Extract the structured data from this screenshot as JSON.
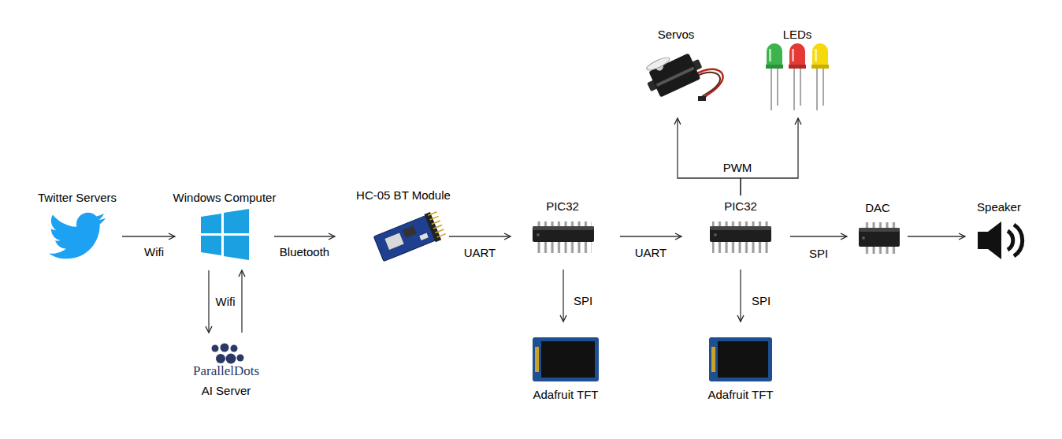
{
  "diagram": {
    "nodes": [
      {
        "text": [
          "Twitter Servers"
        ]
      },
      {
        "text": [
          "Windows Computer"
        ]
      },
      {
        "text": [
          "ParallelDots",
          "AI Server"
        ]
      },
      {
        "text": [
          "HC-05 BT Module"
        ]
      },
      {
        "text": [
          "PIC32"
        ]
      },
      {
        "text": [
          "Adafruit TFT"
        ]
      },
      {
        "text": [
          "PIC32"
        ]
      },
      {
        "text": [
          "Adafruit TFT"
        ]
      },
      {
        "text": [
          "Servos"
        ]
      },
      {
        "text": [
          "LEDs"
        ]
      },
      {
        "text": [
          "DAC"
        ]
      },
      {
        "text": [
          "Speaker"
        ]
      }
    ],
    "edges": [
      {
        "from": 0,
        "to": 1,
        "label": "Wifi",
        "arrow": "to"
      },
      {
        "from": 1,
        "to": 2,
        "label": "Wifi",
        "arrow": "to"
      },
      {
        "from": 2,
        "to": 1,
        "arrow": "to"
      },
      {
        "from": 1,
        "to": 3,
        "label": "Bluetooth",
        "arrow": "to"
      },
      {
        "from": 3,
        "to": 4,
        "label": "UART",
        "arrow": "to"
      },
      {
        "from": 4,
        "to": 5,
        "label": "SPI",
        "arrow": "to"
      },
      {
        "from": 4,
        "to": 6,
        "label": "UART",
        "arrow": "to"
      },
      {
        "from": 6,
        "to": 8,
        "label": "PWM",
        "arrow": "to"
      },
      {
        "from": 6,
        "to": 9,
        "arrow": "to"
      },
      {
        "from": 6,
        "to": 7,
        "label": "SPI",
        "arrow": "to"
      },
      {
        "from": 6,
        "to": 10,
        "label": "SPI",
        "arrow": "to"
      },
      {
        "from": 10,
        "to": 11,
        "arrow": "to"
      }
    ]
  }
}
